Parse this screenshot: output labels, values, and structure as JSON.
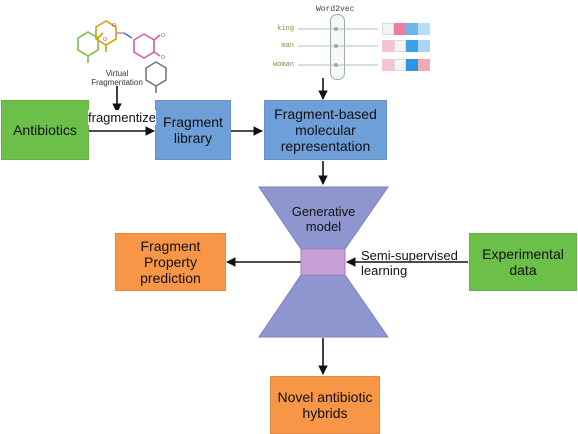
{
  "nodes": {
    "antibiotics": "Antibiotics",
    "fragment_library": "Fragment\nlibrary",
    "fragment_representation": "Fragment-based\nmolecular\nrepresentation",
    "generative_model": "Generative\nmodel",
    "fragment_property": "Fragment\nProperty\nprediction",
    "experimental_data": "Experimental\ndata",
    "novel_hybrids": "Novel antibiotic\nhybrids"
  },
  "edge_labels": {
    "fragmentize": "fragmentize",
    "semi_supervised": "Semi-supervised\nlearning"
  },
  "virtual_fragmentation_label": "Virtual\nFragmentation",
  "word2vec": {
    "title": "Word2vec",
    "words": [
      "king",
      "man",
      "woman"
    ]
  },
  "colors": {
    "green": "#6cc04a",
    "blue": "#6f9fd8",
    "orange": "#f79646",
    "hourglass": "#8f96cf",
    "latent": "#c9a0d6"
  }
}
